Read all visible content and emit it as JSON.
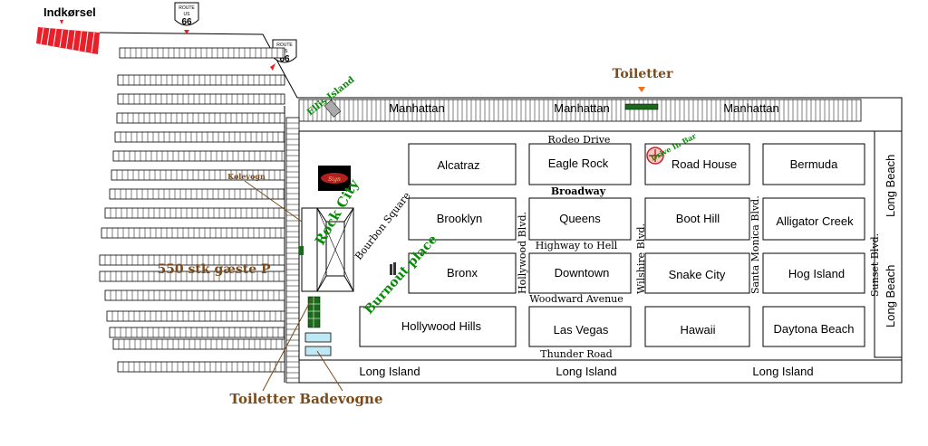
{
  "labels": {
    "indkorsel": "Indkørsel",
    "route66": {
      "top": "ROUTE",
      "us": "US",
      "num": "66"
    },
    "toiletter_top": "Toiletter",
    "ellis_island": "Ellis Island",
    "drive_in_bar": "Drive In Bar",
    "kolevogn": "Kølevogn",
    "rock_city": "Rock City",
    "bourbon_square": "Bourbon Square",
    "burnout_place": "Burnout place",
    "guest_parking": "550 stk gæste P",
    "toiletter_badevogne": "Toiletter Badevogne",
    "sign": "Sign"
  },
  "streets": {
    "manhattan": "Manhattan",
    "rodeo_drive": "Rodeo Drive",
    "broadway": "Broadway",
    "highway_to_hell": "Highway to Hell",
    "woodward_avenue": "Woodward Avenue",
    "thunder_road": "Thunder Road",
    "long_island": "Long Island",
    "hollywood_blvd": "Hollywood Blvd.",
    "wilshire_blvd": "Wilshire Blvd.",
    "santa_monica_blvd": "Santa Monica Blvd.",
    "sunset_blvd": "Sunset Blvd.",
    "long_beach": "Long Beach"
  },
  "blocks": {
    "alcatraz": "Alcatraz",
    "eagle_rock": "Eagle Rock",
    "road_house": "Road House",
    "bermuda": "Bermuda",
    "brooklyn": "Brooklyn",
    "queens": "Queens",
    "boot_hill": "Boot Hill",
    "alligator_creek": "Alligator Creek",
    "bronx": "Bronx",
    "downtown": "Downtown",
    "snake_city": "Snake City",
    "hog_island": "Hog Island",
    "hollywood_hills": "Hollywood Hills",
    "las_vegas": "Las Vegas",
    "hawaii": "Hawaii",
    "daytona_beach": "Daytona Beach"
  },
  "colors": {
    "red": "#e8202a",
    "green": "#0a8a0a",
    "brown": "#7a4a1a",
    "light_blue": "#bfe8f5"
  }
}
